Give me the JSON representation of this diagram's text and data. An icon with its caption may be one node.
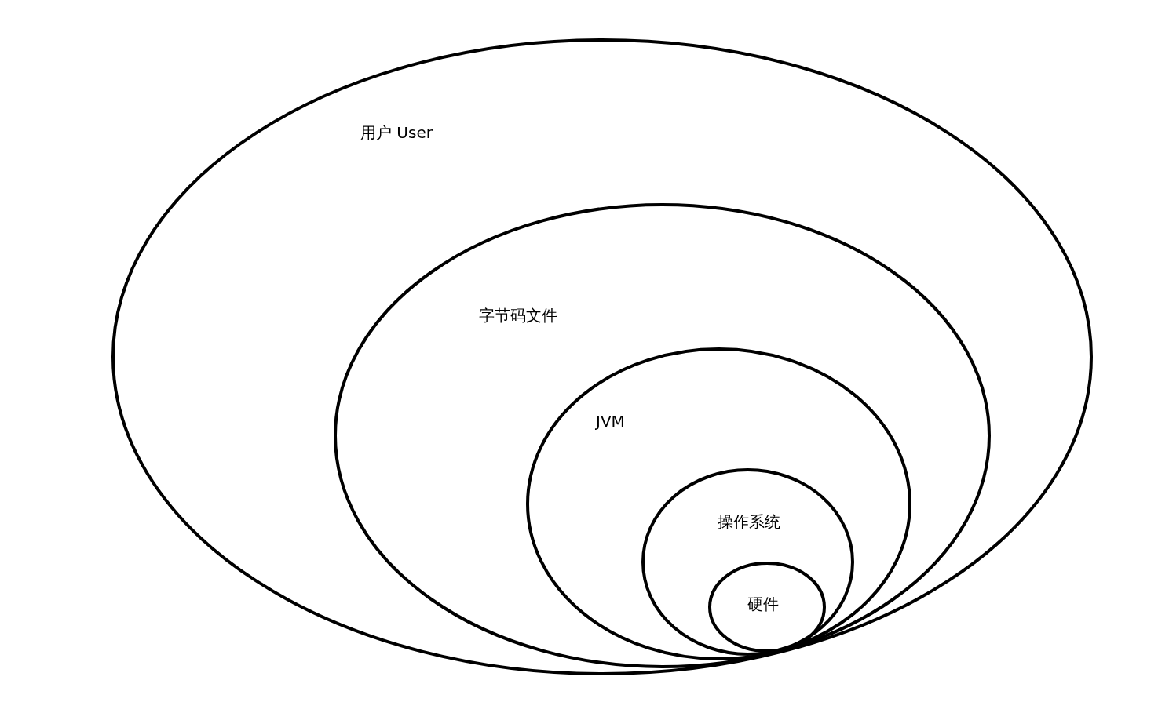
{
  "diagram": {
    "nodes": [
      {
        "text": [
          "用户 User"
        ]
      },
      {
        "text": [
          "字节码文件"
        ],
        "in": 0
      },
      {
        "text": [
          "JVM"
        ],
        "in": 1
      },
      {
        "text": [
          "操作系统"
        ],
        "in": 2
      },
      {
        "text": [
          "硬件"
        ],
        "in": 3
      }
    ]
  }
}
